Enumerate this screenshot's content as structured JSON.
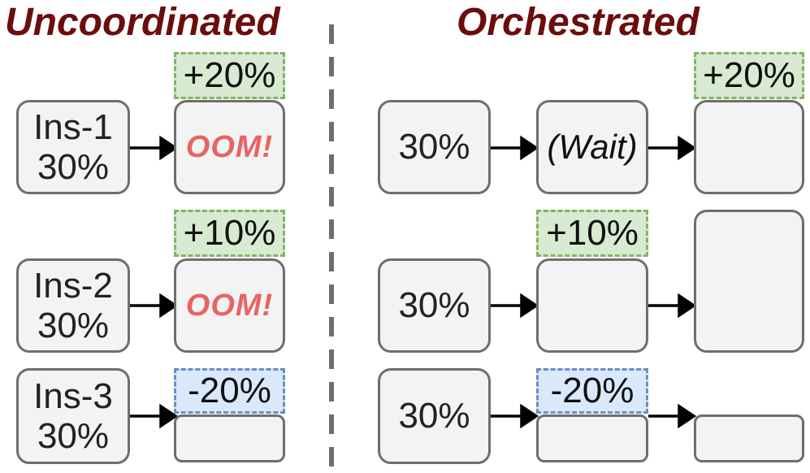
{
  "titles": {
    "left": "Uncoordinated",
    "right": "Orchestrated"
  },
  "uncoordinated": [
    {
      "name": "Ins-1",
      "usage": "30%",
      "change": "+20%",
      "result": "OOM!"
    },
    {
      "name": "Ins-2",
      "usage": "30%",
      "change": "+10%",
      "result": "OOM!"
    },
    {
      "name": "Ins-3",
      "usage": "30%",
      "change": "-20%",
      "result": ""
    }
  ],
  "orchestrated": [
    {
      "usage": "30%",
      "middle": "(Wait)",
      "change": "+20%"
    },
    {
      "usage": "30%",
      "change": "+10%"
    },
    {
      "usage": "30%",
      "change": "-20%"
    }
  ],
  "colors": {
    "title": "#6b0d0d",
    "oom": "#e86464",
    "increase_fill": "#d8ead2",
    "increase_border": "#82b366",
    "decrease_fill": "#dae8fc",
    "decrease_border": "#6c8ebf",
    "box_fill": "#f3f3f3",
    "box_border": "#6e6e6e"
  }
}
